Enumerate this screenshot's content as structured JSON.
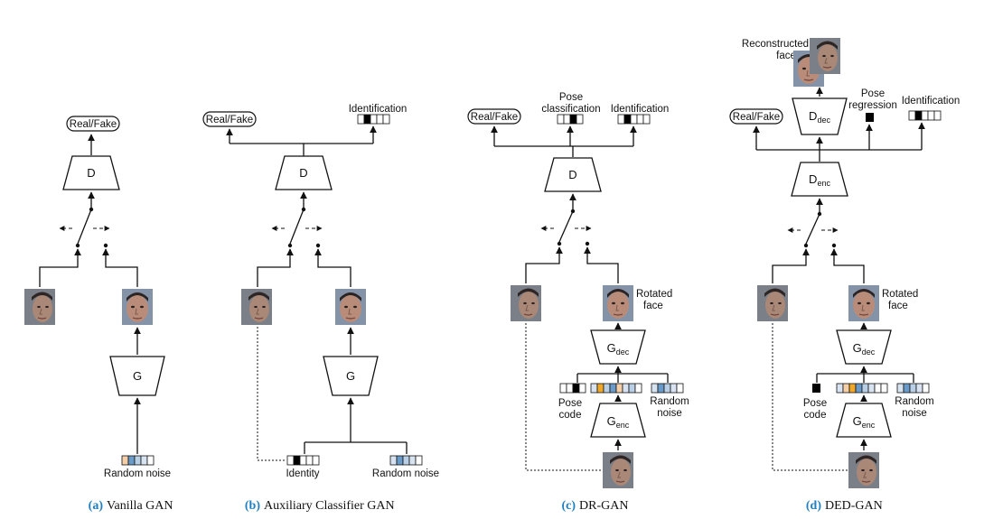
{
  "panels": [
    {
      "caption_letter": "(a)",
      "caption_text": "Vanilla GAN",
      "real_fake": "Real/Fake",
      "discriminator": "D",
      "generator": "G",
      "noise_label": "Random noise"
    },
    {
      "caption_letter": "(b)",
      "caption_text": "Auxiliary Classifier GAN",
      "real_fake": "Real/Fake",
      "identification": "Identification",
      "discriminator": "D",
      "generator": "G",
      "identity_label": "Identity",
      "noise_label": "Random noise"
    },
    {
      "caption_letter": "(c)",
      "caption_text": "DR-GAN",
      "real_fake": "Real/Fake",
      "pose_classification_1": "Pose",
      "pose_classification_2": "classification",
      "identification": "Identification",
      "discriminator": "D",
      "g_dec_base": "G",
      "g_dec_sub": "dec",
      "g_enc_base": "G",
      "g_enc_sub": "enc",
      "rotated_1": "Rotated",
      "rotated_2": "face",
      "pose_code_1": "Pose",
      "pose_code_2": "code",
      "noise_1": "Random",
      "noise_2": "noise"
    },
    {
      "caption_letter": "(d)",
      "caption_text": "DED-GAN",
      "reconstructed_1": "Reconstructed",
      "reconstructed_2": "face",
      "real_fake": "Real/Fake",
      "pose_regression_1": "Pose",
      "pose_regression_2": "regression",
      "identification": "Identification",
      "d_dec_base": "D",
      "d_dec_sub": "dec",
      "d_enc_base": "D",
      "d_enc_sub": "enc",
      "g_dec_base": "G",
      "g_dec_sub": "dec",
      "g_enc_base": "G",
      "g_enc_sub": "enc",
      "rotated_1": "Rotated",
      "rotated_2": "face",
      "pose_code_1": "Pose",
      "pose_code_2": "code",
      "noise_1": "Random",
      "noise_2": "noise"
    }
  ],
  "colors": {
    "caption_accent": "#1f7fc0",
    "code_black": "#000000",
    "code_blue": "#6a9bc8",
    "code_lightblue": "#b9cfe6",
    "code_orange": "#f0a82a",
    "code_peach": "#f4cfa8",
    "face_skin": "#b58a76",
    "face_bg": "#7f8fa8"
  }
}
